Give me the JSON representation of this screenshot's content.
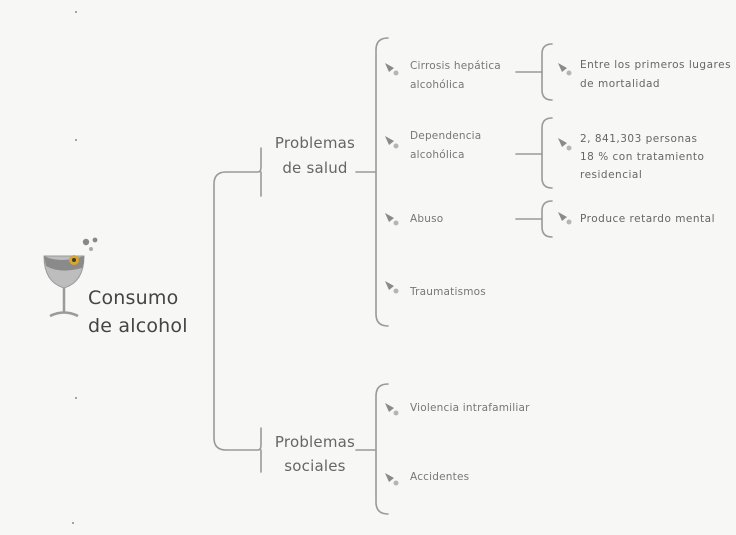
{
  "root": {
    "line1": "Consumo",
    "line2": "de alcohol",
    "icon": "wine-glass-icon"
  },
  "categories": [
    {
      "line1": "Problemas",
      "line2": "de salud",
      "items": [
        {
          "line1": "Cirrosis hepática",
          "line2": "alcohólica",
          "details": [
            "Entre los primeros lugares",
            "de mortalidad"
          ]
        },
        {
          "line1": "Dependencia",
          "line2": "alcohólica",
          "details": [
            "2, 841,303  personas",
            "18 %  con tratamiento",
            "residencial"
          ]
        },
        {
          "line1": "Abuso",
          "details": [
            "Produce retardo mental"
          ]
        },
        {
          "line1": "Traumatismos"
        }
      ]
    },
    {
      "line1": "Problemas",
      "line2": "sociales",
      "items": [
        {
          "line1": "Violencia  intrafamiliar"
        },
        {
          "line1": "Accidentes"
        }
      ]
    }
  ],
  "colors": {
    "line": "#9a9a9a",
    "icon": "#8a8a8a",
    "accent": "#d9a62e",
    "text": "#555555"
  }
}
